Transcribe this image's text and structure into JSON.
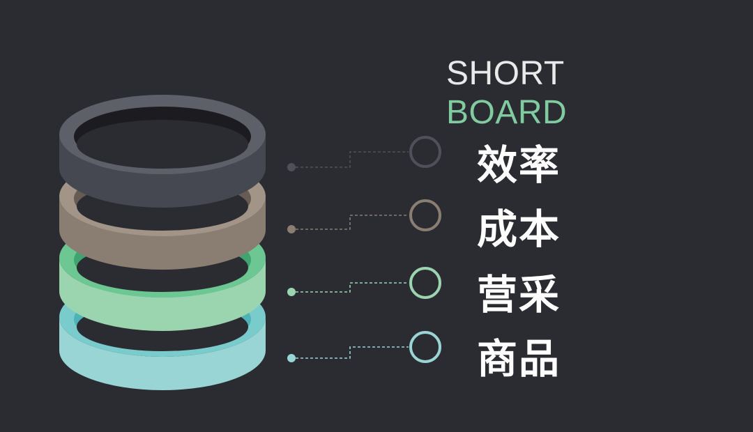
{
  "title": {
    "line1": "SHORT",
    "line2": "BOARD"
  },
  "colors": {
    "background": "#2b2c31",
    "title_line1": "#e9e9ea",
    "title_line2": "#80cba0",
    "label_text": "#ffffff"
  },
  "layers": [
    {
      "label": "效率",
      "ring_outer": "#464851",
      "ring_top": "#5d5f69",
      "ring_inner": "#1b1b20",
      "connector": "#4f515a"
    },
    {
      "label": "成本",
      "ring_outer": "#8a7d71",
      "ring_top": "#a29487",
      "ring_inner": "#665c53",
      "connector": "#8a7d71"
    },
    {
      "label": "营采",
      "ring_outer": "#9bd5b0",
      "ring_top": "#6cc793",
      "ring_inner": "#3fa46f",
      "connector": "#9bd5b0"
    },
    {
      "label": "商品",
      "ring_outer": "#9ad5d5",
      "ring_top": "#79cbcc",
      "ring_inner": "#4eb3b5",
      "connector": "#9ad5d5"
    }
  ]
}
